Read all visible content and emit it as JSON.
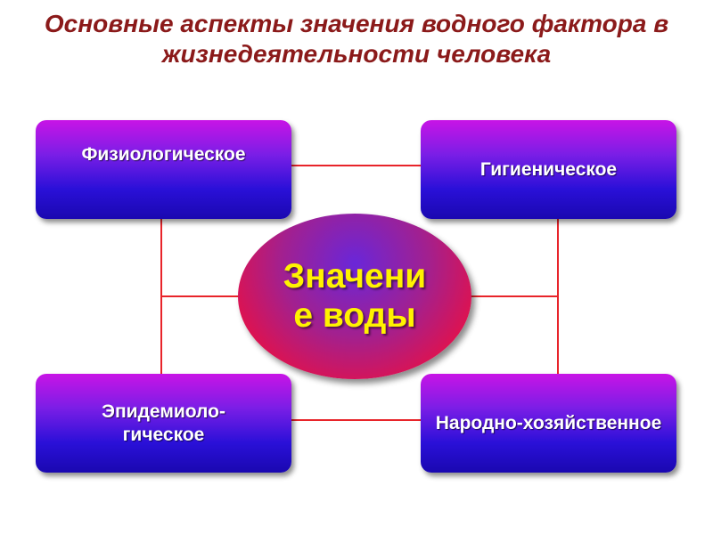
{
  "title": "Основные аспекты значения водного фактора в жизнедеятельности человека",
  "center": "Значение воды",
  "boxes": {
    "top_left": "Физиологическое",
    "top_right": "Гигиеническое",
    "bottom_left": "Эпидемиоло-гическое",
    "bottom_right": "Народно-хозяйственное"
  },
  "colors": {
    "title": "#8b1a1a",
    "connector": "#e8242a",
    "center_text": "#fff200",
    "box_text": "#ffffff"
  }
}
